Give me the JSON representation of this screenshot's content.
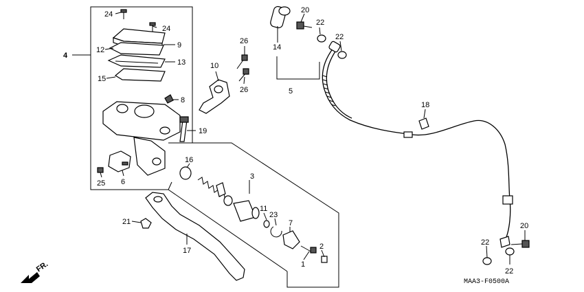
{
  "labels": {
    "p1": "1",
    "p2": "2",
    "p3": "3",
    "p4": "4",
    "p5": "5",
    "p6": "6",
    "p7": "7",
    "p8": "8",
    "p9": "9",
    "p10": "10",
    "p11": "11",
    "p12": "12",
    "p13": "13",
    "p14": "14",
    "p15": "15",
    "p16": "16",
    "p17": "17",
    "p18": "18",
    "p19": "19",
    "p20a": "20",
    "p20b": "20",
    "p21": "21",
    "p22a": "22",
    "p22b": "22",
    "p22c": "22",
    "p22d": "22",
    "p23": "23",
    "p24a": "24",
    "p24b": "24",
    "p25": "25",
    "p26a": "26",
    "p26b": "26"
  },
  "front_arrow": "FR.",
  "diagram_code": "MAA3-F0500A"
}
